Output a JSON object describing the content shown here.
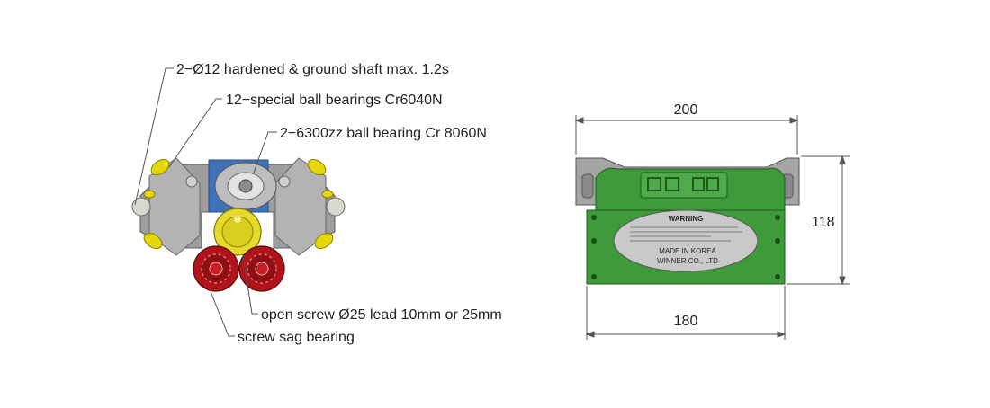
{
  "left_view": {
    "callouts": [
      "2−Ø12 hardened & ground shaft max. 1.2s",
      "12−special ball bearings Cr6040N",
      "2−6300zz ball bearing Cr 8060N",
      "open screw  Ø25 lead 10mm or 25mm",
      "screw sag bearing"
    ]
  },
  "right_view": {
    "dimensions": {
      "top_width": "200",
      "height": "118",
      "bottom_width": "180"
    },
    "plate": {
      "heading": "WARNING",
      "line1": "MADE IN KOREA",
      "line2": "WINNER CO., LTD"
    }
  },
  "colors": {
    "body_green": "#3f9a3c",
    "rail_gray": "#a5a5a5",
    "bearing_yellow": "#e6d60c",
    "sag_bearing_red": "#b0141a",
    "plate_gray": "#c9c9c9"
  }
}
